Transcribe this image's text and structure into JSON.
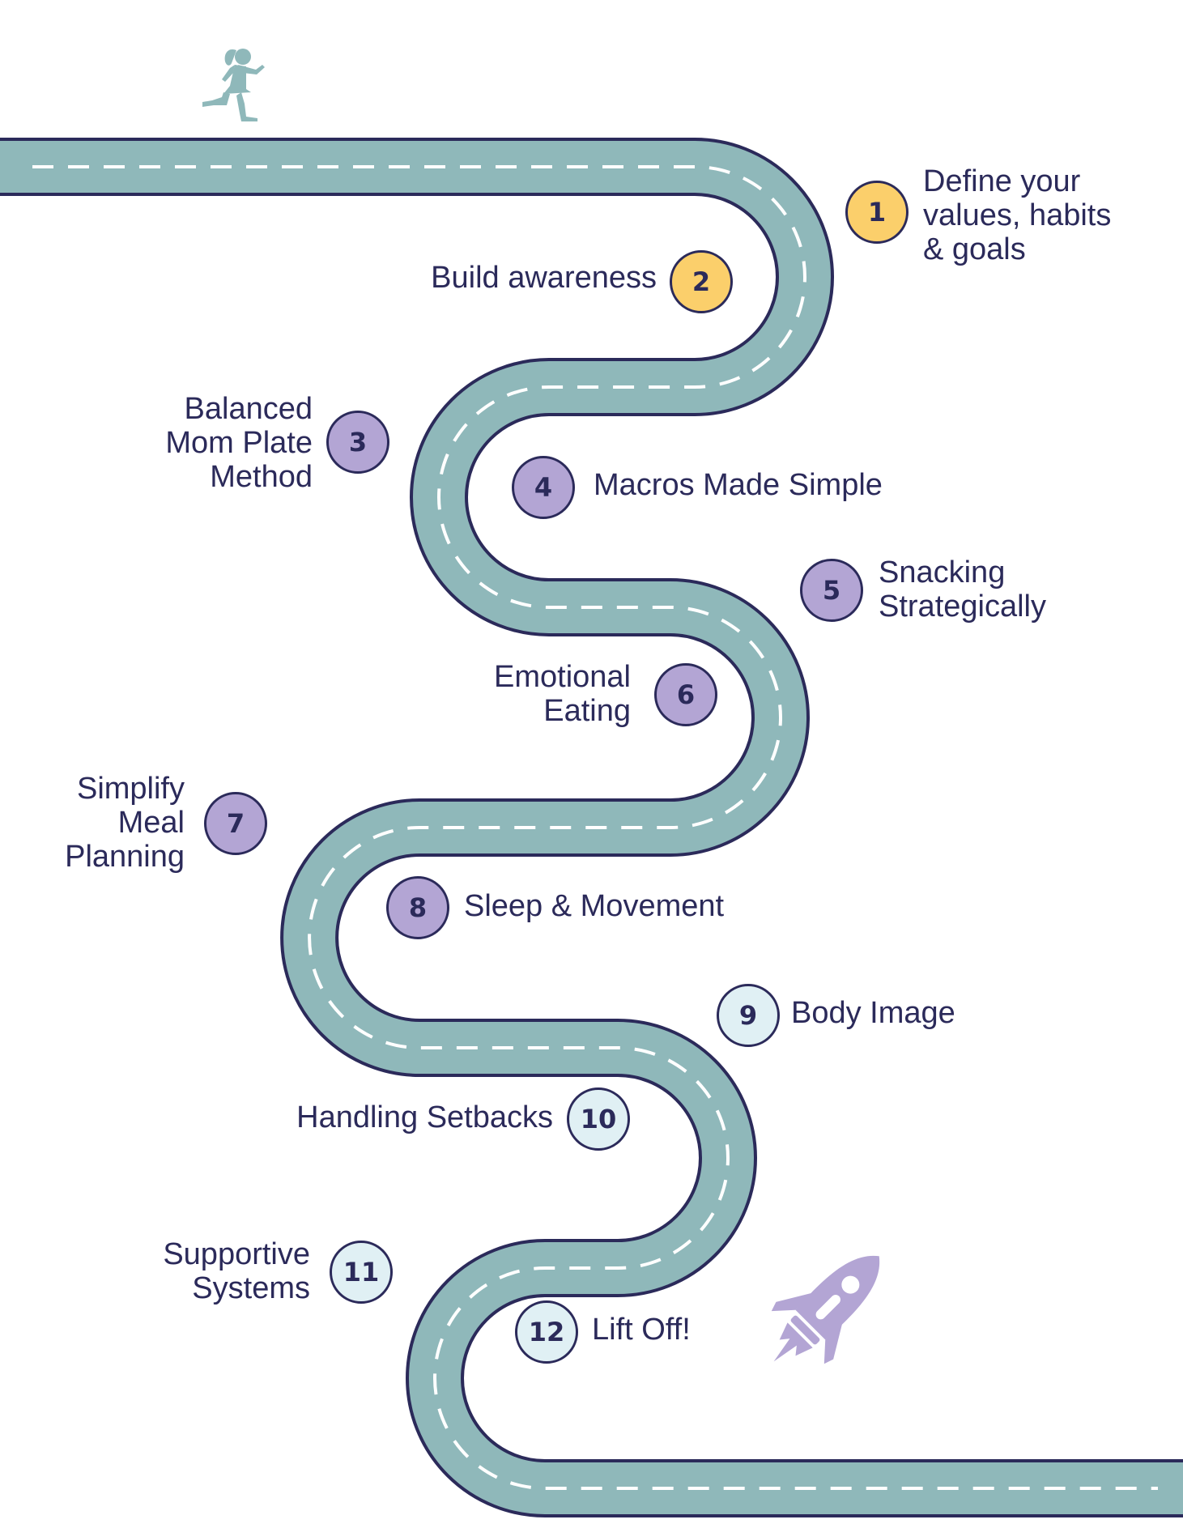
{
  "colors": {
    "road": "#8fb8ba",
    "road_edge": "#2b2a5a",
    "dash": "#ffffff",
    "text": "#2b2a5a",
    "yellow": "#fbcf6b",
    "purple": "#b3a5d4",
    "light_blue": "#e0f0f4",
    "runner": "#8fb8ba",
    "rocket": "#b3a5d4"
  },
  "decorations": {
    "start_icon": "runner-icon",
    "end_icon": "rocket-icon"
  },
  "steps": [
    {
      "number": "1",
      "label": "Define your\nvalues, habits\n& goals",
      "color": "yellow"
    },
    {
      "number": "2",
      "label": "Build awareness",
      "color": "yellow"
    },
    {
      "number": "3",
      "label": "Balanced\nMom Plate\nMethod",
      "color": "purple"
    },
    {
      "number": "4",
      "label": "Macros Made Simple",
      "color": "purple"
    },
    {
      "number": "5",
      "label": "Snacking\nStrategically",
      "color": "purple"
    },
    {
      "number": "6",
      "label": "Emotional\nEating",
      "color": "purple"
    },
    {
      "number": "7",
      "label": "Simplify\nMeal\nPlanning",
      "color": "purple"
    },
    {
      "number": "8",
      "label": "Sleep & Movement",
      "color": "purple"
    },
    {
      "number": "9",
      "label": "Body Image",
      "color": "light_blue"
    },
    {
      "number": "10",
      "label": "Handling Setbacks",
      "color": "light_blue"
    },
    {
      "number": "11",
      "label": "Supportive\nSystems",
      "color": "light_blue"
    },
    {
      "number": "12",
      "label": "Lift Off!",
      "color": "light_blue"
    }
  ]
}
